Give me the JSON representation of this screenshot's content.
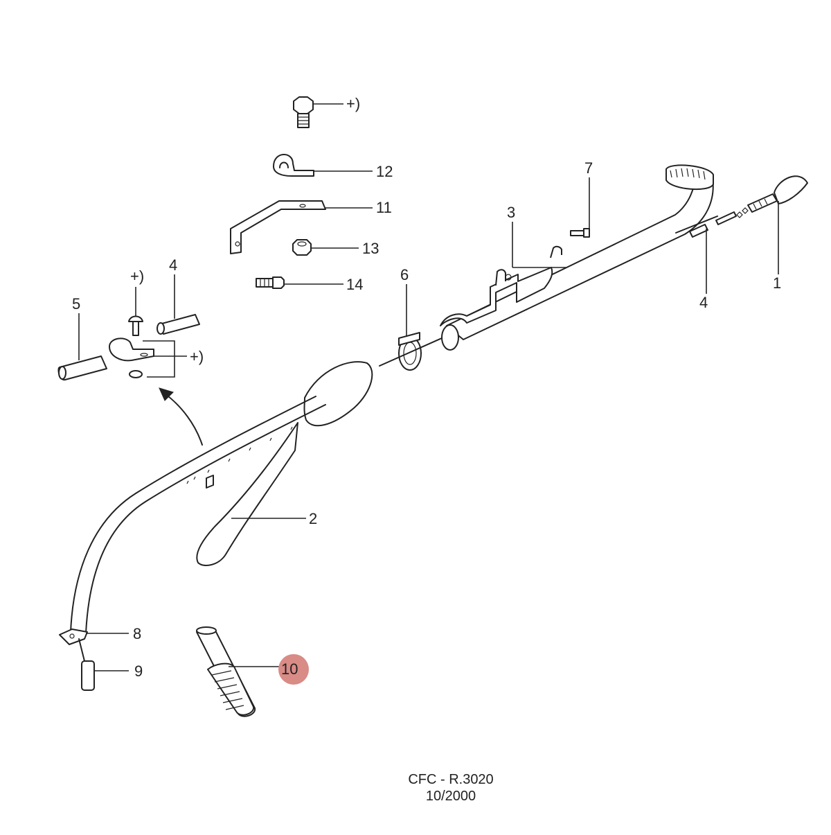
{
  "callouts": {
    "c1": "1",
    "c2": "2",
    "c3": "3",
    "c4_right": "4",
    "c4_detail": "4",
    "c5": "5",
    "c6": "6",
    "c7": "7",
    "c8": "8",
    "c9": "9",
    "c10": "10",
    "c11": "11",
    "c12": "12",
    "c13": "13",
    "c14": "14",
    "plus_top": "+)",
    "plus_detail_top": "+)",
    "plus_detail_right": "+)"
  },
  "highlight_color": "#d98b86",
  "footer": {
    "code": "CFC - R.3020",
    "date": "10/2000"
  }
}
